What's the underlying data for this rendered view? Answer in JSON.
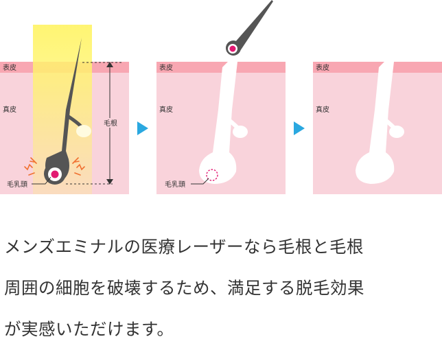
{
  "colors": {
    "epidermis": "#f8a7b2",
    "dermis": "#f9d3db",
    "hair_dark": "#555555",
    "papilla": "#e21a72",
    "laser": "#fff46b",
    "arrow": "#2aa8e0",
    "burst": "#f07030",
    "text": "#333333"
  },
  "panels": [
    {
      "epidermis_label": "表皮",
      "dermis_label": "真皮",
      "papilla_label": "毛乳頭",
      "root_label": "毛根"
    },
    {
      "epidermis_label": "表皮",
      "dermis_label": "真皮",
      "papilla_label": "毛乳頭"
    },
    {
      "epidermis_label": "表皮",
      "dermis_label": "真皮"
    }
  ],
  "caption": {
    "line1": "メンズエミナルの医療レーザーなら毛根と毛根",
    "line2": "周囲の細胞を破壊するため、満足する脱毛効果",
    "line3": "が実感いただけます。"
  }
}
